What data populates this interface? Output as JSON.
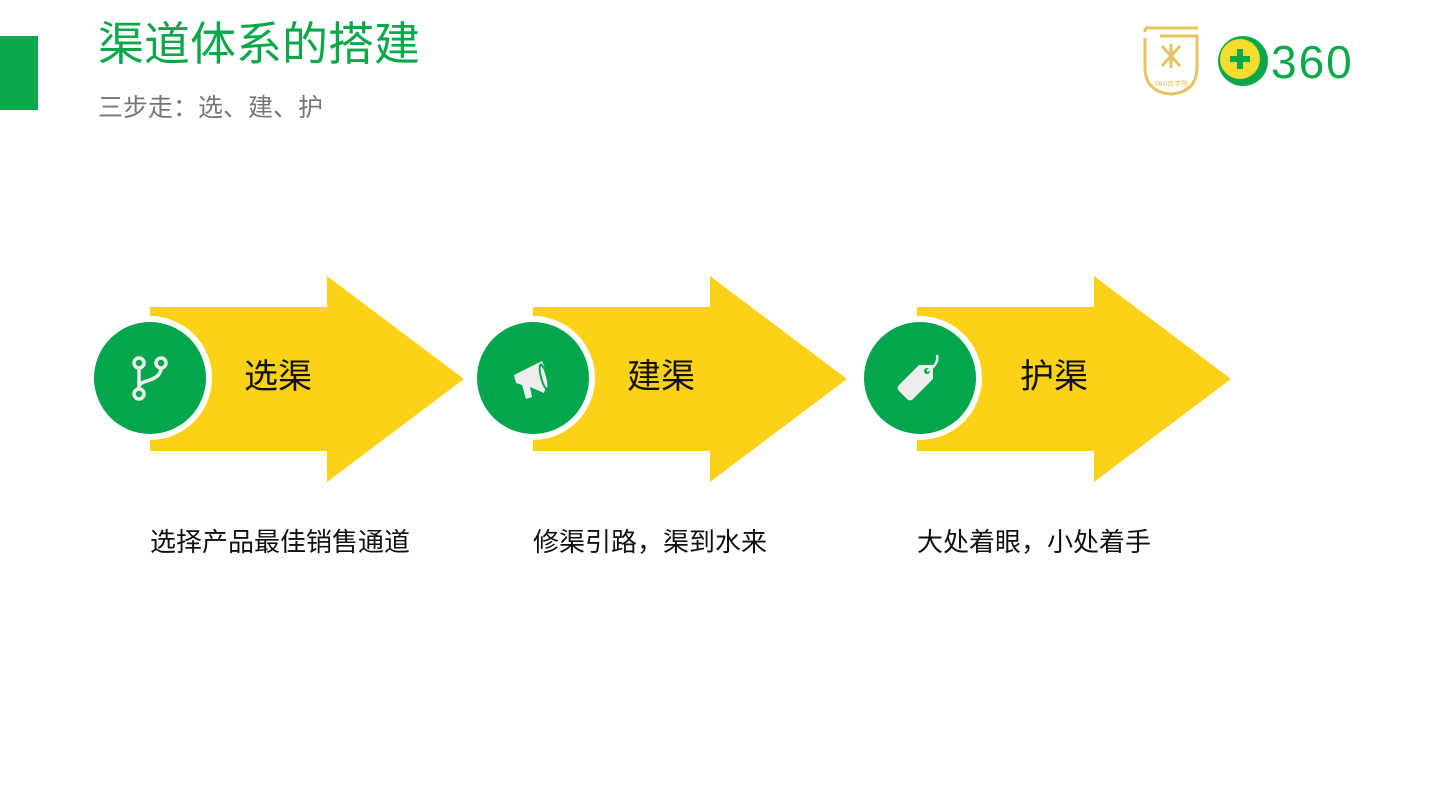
{
  "header": {
    "title": "渠道体系的搭建",
    "subtitle": "三步走：选、建、护"
  },
  "logo": {
    "text": "360",
    "badge_text": "360商学院"
  },
  "colors": {
    "green": "#03a54d",
    "yellow": "#fbd217"
  },
  "steps": [
    {
      "label": "选渠",
      "icon": "branch-icon",
      "description": "选择产品最佳销售通道"
    },
    {
      "label": "建渠",
      "icon": "megaphone-icon",
      "description": "修渠引路，渠到水来"
    },
    {
      "label": "护渠",
      "icon": "tag-icon",
      "description": "大处着眼，小处着手"
    }
  ]
}
